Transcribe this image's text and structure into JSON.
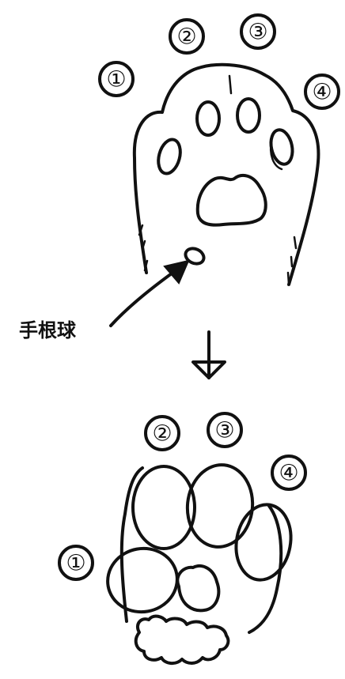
{
  "top": {
    "toe_numbers": [
      "①",
      "②",
      "③",
      "④"
    ],
    "arrow_label": "手根球"
  },
  "bottom": {
    "toe_numbers": [
      "①",
      "②",
      "③",
      "④"
    ]
  }
}
